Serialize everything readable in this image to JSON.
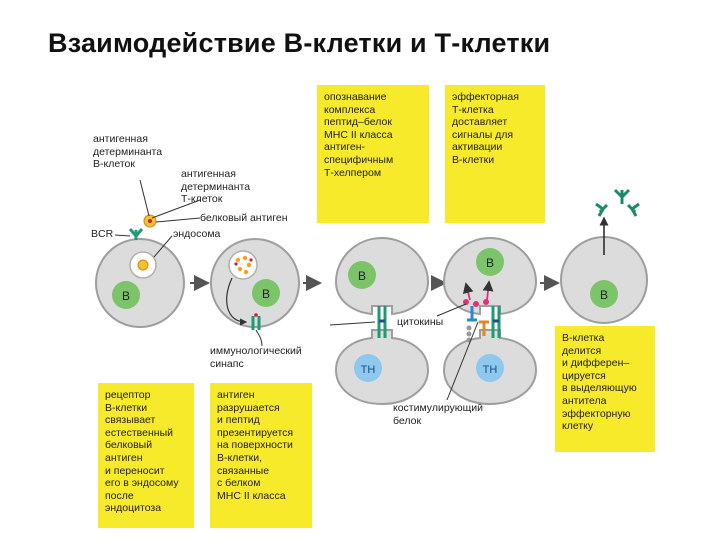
{
  "title": "Взаимодействие В-клетки и Т-клетки",
  "boxes": {
    "recognition": "опознавание\nкомплекса\nпептид–белок\nMHC II класса\nантиген-\nспецифичным\nТ-хелпером",
    "effector": "эффекторная\nТ-клетка\nдоставляет\nсигналы для\nактивации\nВ-клетки",
    "receptor": "рецептор\nВ-клетки\nсвязывает\nестественный\nбелковый\nантиген\nи переносит\nего в эндосому\nпосле\nэндоцитоза",
    "antigen": "антиген\nразрушается\nи пептид\nпрезентируется\nна поверхности\nВ-клетки,\nсвязанные\nс белком\nMHC II класса",
    "division": "В-клетка\nделится\nи дифферен–\nцируется\nв выделяющую\nантитела\nэффекторную\nклетку"
  },
  "labels": {
    "b_epitope": "антигенная\nдетерминанта\nВ-клеток",
    "t_epitope": "антигенная\nдетерминанта\nТ-клеток",
    "protein_antigen": "белковый антиген",
    "endosome": "эндосома",
    "bcr": "BCR",
    "synapse": "иммунологический\nсинапс",
    "cytokines": "цитокины",
    "costim": "костимулирующий\nбелок"
  },
  "cells": {
    "b": "B",
    "th": "TH"
  },
  "colors": {
    "box": "#f7ea2a",
    "cell_fill": "#dcdcdc",
    "cell_stroke": "#9e9e9e",
    "nucleus_b": "#7cc46a",
    "nucleus_t": "#8fc8ef",
    "receptor": "#1f9a78",
    "antibody": "#1b8a6a",
    "cytokine": "#e0307a",
    "arrow": "#555555"
  }
}
